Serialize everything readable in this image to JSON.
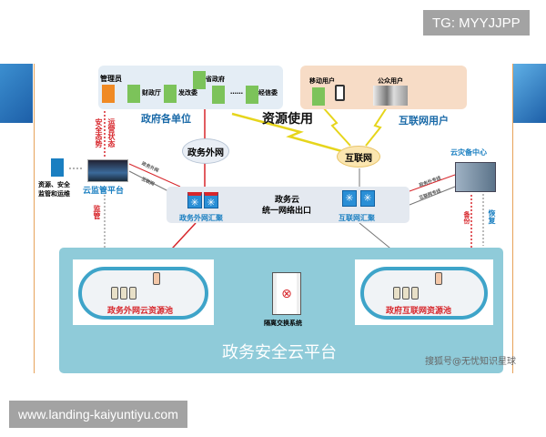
{
  "badges": {
    "top": "TG: MYYJJPP",
    "bottom": "www.landing-kaiyuntiyu.com"
  },
  "gov_units": {
    "admin": "管理员",
    "finance": "财政厅",
    "reform": "发改委",
    "province": "省政府",
    "ellipsis": "……",
    "econ": "经信委",
    "title": "政府各单位"
  },
  "internet_users": {
    "mobile": "移动用户",
    "public": "公众用户",
    "title": "互联网用户"
  },
  "resource_use": "资源使用",
  "clouds": {
    "egov": "政务外网",
    "internet": "互联网"
  },
  "monitor": {
    "operator": "资源、安全\n监管和运维",
    "operator_line1": "资源、安全",
    "operator_line2": "监管和运维",
    "platform": "云监管平台",
    "status1": "运营状态",
    "status2": "安全态势",
    "supervise": "监管",
    "link1": "政务外网",
    "link2": "互联网"
  },
  "exit": {
    "line1": "政务云",
    "line2": "统一网络出口",
    "egov_agg": "政务外网汇聚",
    "inet_agg": "互联网汇聚"
  },
  "dr": {
    "title": "云灾备中心",
    "link1": "政务外专线",
    "link2": "互联网专线",
    "backup": "备份",
    "restore": "恢复"
  },
  "platform": {
    "title": "政务安全云平台",
    "pool_left": "政务外网云资源池",
    "pool_right": "政府互联网资源池",
    "isolation": "隔离交换系统"
  },
  "watermark": "搜狐号@无忧知识星球",
  "colors": {
    "red": "#d7262b",
    "blue": "#1a7fc1",
    "platform_bg": "#8fcbd9",
    "gov_bg": "#e4edf5",
    "user_bg": "#f7dcc6",
    "orange": "#f08a24"
  }
}
